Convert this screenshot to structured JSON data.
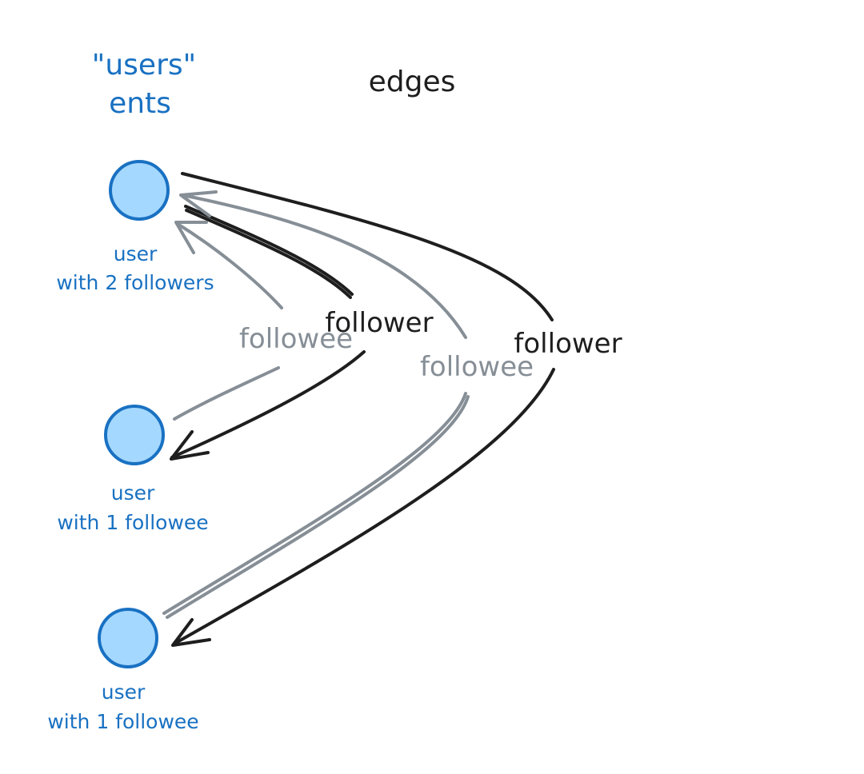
{
  "header": {
    "entities_title_line1": "\"users\"",
    "entities_title_line2": "ents",
    "edges_title": "edges"
  },
  "nodes": [
    {
      "line1": "user",
      "line2": "with 2 followers"
    },
    {
      "line1": "user",
      "line2": "with 1 followee"
    },
    {
      "line1": "user",
      "line2": "with 1 followee"
    }
  ],
  "edges": {
    "inner_follower_label": "follower",
    "inner_followee_label": "followee",
    "outer_follower_label": "follower",
    "outer_followee_label": "followee"
  },
  "colors": {
    "entity_blue": "#1971c2",
    "node_fill": "#a5d8ff",
    "follower_edge": "#1e1e1e",
    "followee_edge": "#868e96"
  }
}
